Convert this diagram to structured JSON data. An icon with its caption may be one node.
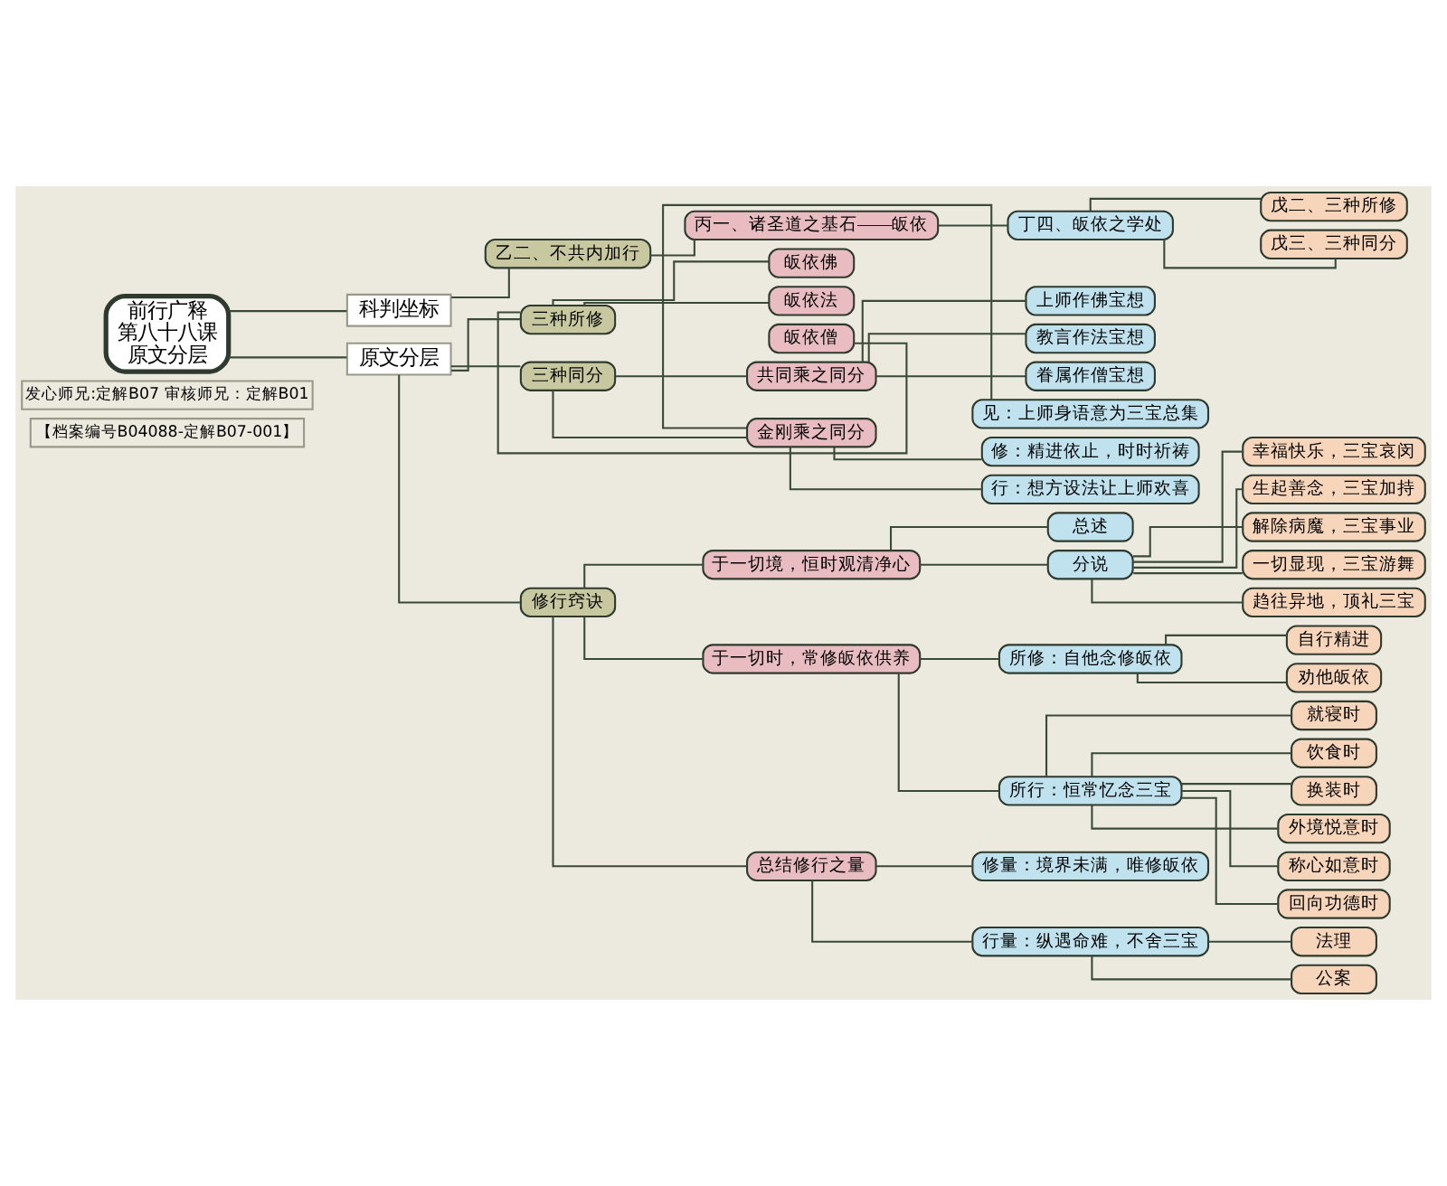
{
  "diagram": {
    "nodes": [
      {
        "text": [
          "前行广释",
          "第八十八课",
          "原文分层"
        ]
      },
      {
        "text": [
          "科判坐标"
        ]
      },
      {
        "text": [
          "乙二、不共内加行"
        ]
      },
      {
        "text": [
          "丙一、诸圣道之基石——皈依"
        ]
      },
      {
        "text": [
          "丁四、皈依之学处"
        ]
      },
      {
        "text": [
          "戊二、三种所修"
        ]
      },
      {
        "text": [
          "戊三、三种同分"
        ]
      },
      {
        "text": [
          "原文分层"
        ]
      },
      {
        "text": [
          "三种所修"
        ]
      },
      {
        "text": [
          "皈依佛"
        ]
      },
      {
        "text": [
          "皈依法"
        ]
      },
      {
        "text": [
          "皈依僧"
        ]
      },
      {
        "text": [
          "三种同分"
        ]
      },
      {
        "text": [
          "共同乘之同分"
        ]
      },
      {
        "text": [
          "上师作佛宝想"
        ]
      },
      {
        "text": [
          "教言作法宝想"
        ]
      },
      {
        "text": [
          "眷属作僧宝想"
        ]
      },
      {
        "text": [
          "金刚乘之同分"
        ]
      },
      {
        "text": [
          "见：上师身语意为三宝总集"
        ]
      },
      {
        "text": [
          "修：精进依止，时时祈祷"
        ]
      },
      {
        "text": [
          "行：想方设法让上师欢喜"
        ]
      },
      {
        "text": [
          "修行窍诀"
        ]
      },
      {
        "text": [
          "于一切境，恒时观清净心"
        ]
      },
      {
        "text": [
          "总述"
        ]
      },
      {
        "text": [
          "分说"
        ]
      },
      {
        "text": [
          "幸福快乐，三宝哀闵"
        ]
      },
      {
        "text": [
          "生起善念，三宝加持"
        ]
      },
      {
        "text": [
          "解除病魔，三宝事业"
        ]
      },
      {
        "text": [
          "一切显现，三宝游舞"
        ]
      },
      {
        "text": [
          "趋往异地，顶礼三宝"
        ]
      },
      {
        "text": [
          "于一切时，常修皈依供养"
        ]
      },
      {
        "text": [
          "所修：自他念修皈依"
        ]
      },
      {
        "text": [
          "自行精进"
        ]
      },
      {
        "text": [
          "劝他皈依"
        ]
      },
      {
        "text": [
          "所行：恒常忆念三宝"
        ]
      },
      {
        "text": [
          "就寝时"
        ]
      },
      {
        "text": [
          "饮食时"
        ]
      },
      {
        "text": [
          "换装时"
        ]
      },
      {
        "text": [
          "外境悦意时"
        ]
      },
      {
        "text": [
          "称心如意时"
        ]
      },
      {
        "text": [
          "回向功德时"
        ]
      },
      {
        "text": [
          "总结修行之量"
        ]
      },
      {
        "text": [
          "修量：境界未满，唯修皈依"
        ]
      },
      {
        "text": [
          "行量：纵遇命难，不舍三宝"
        ]
      },
      {
        "text": [
          "法理"
        ]
      },
      {
        "text": [
          "公案"
        ]
      },
      {
        "text": [
          "发心师兄:定解B07 审核师兄：定解B01"
        ]
      },
      {
        "text": [
          "【档案编号B04088-定解B07-001】"
        ]
      }
    ],
    "edges": [
      {
        "from": 0,
        "to": 1,
        "arrow": "none"
      },
      {
        "from": 1,
        "to": 2,
        "arrow": "none"
      },
      {
        "from": 2,
        "to": 3,
        "arrow": "none"
      },
      {
        "from": 3,
        "to": 4,
        "arrow": "none"
      },
      {
        "from": 4,
        "to": 5,
        "arrow": "none"
      },
      {
        "from": 4,
        "to": 6,
        "arrow": "none"
      },
      {
        "from": 0,
        "to": 7,
        "arrow": "none"
      },
      {
        "from": 7,
        "to": 8,
        "arrow": "none"
      },
      {
        "from": 8,
        "to": 9,
        "arrow": "none"
      },
      {
        "from": 8,
        "to": 10,
        "arrow": "none"
      },
      {
        "from": 8,
        "to": 11,
        "arrow": "none"
      },
      {
        "from": 7,
        "to": 12,
        "arrow": "none"
      },
      {
        "from": 12,
        "to": 13,
        "arrow": "none"
      },
      {
        "from": 13,
        "to": 14,
        "arrow": "none"
      },
      {
        "from": 13,
        "to": 15,
        "arrow": "none"
      },
      {
        "from": 13,
        "to": 16,
        "arrow": "none"
      },
      {
        "from": 12,
        "to": 17,
        "arrow": "none"
      },
      {
        "from": 17,
        "to": 18,
        "arrow": "none"
      },
      {
        "from": 17,
        "to": 19,
        "arrow": "none"
      },
      {
        "from": 17,
        "to": 20,
        "arrow": "none"
      },
      {
        "from": 7,
        "to": 21,
        "arrow": "none"
      },
      {
        "from": 21,
        "to": 22,
        "arrow": "none"
      },
      {
        "from": 22,
        "to": 23,
        "arrow": "none"
      },
      {
        "from": 22,
        "to": 24,
        "arrow": "none"
      },
      {
        "from": 24,
        "to": 25,
        "arrow": "none"
      },
      {
        "from": 24,
        "to": 26,
        "arrow": "none"
      },
      {
        "from": 24,
        "to": 27,
        "arrow": "none"
      },
      {
        "from": 24,
        "to": 28,
        "arrow": "none"
      },
      {
        "from": 24,
        "to": 29,
        "arrow": "none"
      },
      {
        "from": 21,
        "to": 30,
        "arrow": "none"
      },
      {
        "from": 30,
        "to": 31,
        "arrow": "none"
      },
      {
        "from": 31,
        "to": 32,
        "arrow": "none"
      },
      {
        "from": 31,
        "to": 33,
        "arrow": "none"
      },
      {
        "from": 30,
        "to": 34,
        "arrow": "none"
      },
      {
        "from": 34,
        "to": 35,
        "arrow": "none"
      },
      {
        "from": 34,
        "to": 36,
        "arrow": "none"
      },
      {
        "from": 34,
        "to": 37,
        "arrow": "none"
      },
      {
        "from": 34,
        "to": 38,
        "arrow": "none"
      },
      {
        "from": 34,
        "to": 39,
        "arrow": "none"
      },
      {
        "from": 34,
        "to": 40,
        "arrow": "none"
      },
      {
        "from": 21,
        "to": 41,
        "arrow": "none"
      },
      {
        "from": 41,
        "to": 42,
        "arrow": "none"
      },
      {
        "from": 41,
        "to": 43,
        "arrow": "none"
      },
      {
        "from": 43,
        "to": 44,
        "arrow": "none"
      },
      {
        "from": 43,
        "to": 45,
        "arrow": "none"
      }
    ]
  }
}
